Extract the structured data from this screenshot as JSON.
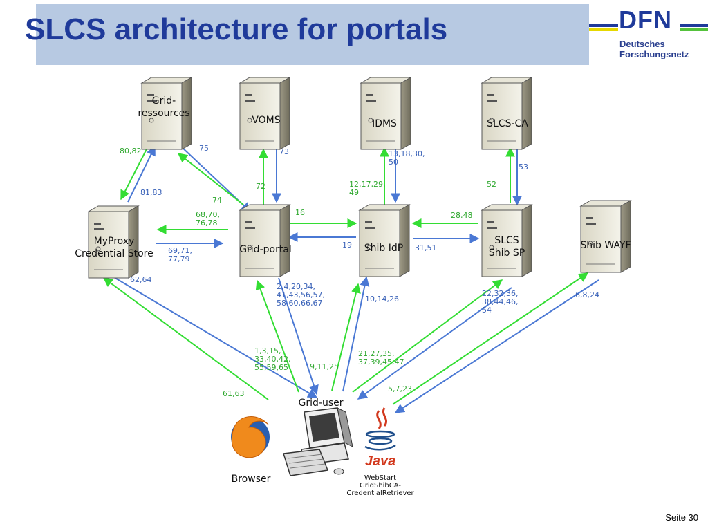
{
  "slide": {
    "title": "SLCS architecture for portals",
    "page": "Seite 30"
  },
  "logo": {
    "name": "DFN",
    "line1": "Deutsches",
    "line2": "Forschungsnetz"
  },
  "colors": {
    "header_band": "#b7c9e2",
    "title": "#1f3a9a",
    "arrow_green": "#33dd33",
    "arrow_blue": "#4a78d4",
    "label_green": "#2fa82f",
    "label_blue": "#3a62b8"
  },
  "nodes": [
    {
      "id": "grid-ressources",
      "label_lines": [
        "Grid-",
        "ressources"
      ]
    },
    {
      "id": "voms",
      "label_lines": [
        "VOMS"
      ]
    },
    {
      "id": "idms",
      "label_lines": [
        "IDMS"
      ]
    },
    {
      "id": "slcs-ca",
      "label_lines": [
        "SLCS-CA"
      ]
    },
    {
      "id": "myproxy",
      "label_lines": [
        "MyProxy",
        "Credential Store"
      ]
    },
    {
      "id": "grid-portal",
      "label_lines": [
        "Grid-portal"
      ]
    },
    {
      "id": "shib-idp",
      "label_lines": [
        "Shib IdP"
      ]
    },
    {
      "id": "slcs-shib-sp",
      "label_lines": [
        "SLCS",
        "Shib SP"
      ]
    },
    {
      "id": "shib-wayf",
      "label_lines": [
        "Shib WAYF"
      ]
    },
    {
      "id": "grid-user",
      "label_lines": [
        "Grid-user"
      ]
    }
  ],
  "edges": [
    {
      "id": "e1",
      "color": "green",
      "label_lines": [
        "80,82"
      ]
    },
    {
      "id": "e2",
      "color": "blue",
      "label_lines": [
        "81,83"
      ]
    },
    {
      "id": "e3",
      "color": "blue",
      "label_lines": [
        "75"
      ]
    },
    {
      "id": "e4",
      "color": "green",
      "label_lines": [
        "74"
      ]
    },
    {
      "id": "e5",
      "color": "green",
      "label_lines": [
        "72"
      ]
    },
    {
      "id": "e6",
      "color": "blue",
      "label_lines": [
        "73"
      ]
    },
    {
      "id": "e7",
      "color": "green",
      "label_lines": [
        "12,17,29,",
        "49"
      ]
    },
    {
      "id": "e8",
      "color": "blue",
      "label_lines": [
        "13,18,30,",
        "50"
      ]
    },
    {
      "id": "e9",
      "color": "green",
      "label_lines": [
        "52"
      ]
    },
    {
      "id": "e10",
      "color": "blue",
      "label_lines": [
        "53"
      ]
    },
    {
      "id": "e11",
      "color": "green",
      "label_lines": [
        "68,70,",
        "76,78"
      ]
    },
    {
      "id": "e12",
      "color": "blue",
      "label_lines": [
        "69,71,",
        "77,79"
      ]
    },
    {
      "id": "e13",
      "color": "green",
      "label_lines": [
        "16"
      ]
    },
    {
      "id": "e14",
      "color": "blue",
      "label_lines": [
        "19"
      ]
    },
    {
      "id": "e15",
      "color": "green",
      "label_lines": [
        "28,48"
      ]
    },
    {
      "id": "e16",
      "color": "blue",
      "label_lines": [
        "31,51"
      ]
    },
    {
      "id": "e17",
      "color": "blue",
      "label_lines": [
        "62,64"
      ]
    },
    {
      "id": "e18",
      "color": "green",
      "label_lines": [
        "61,63"
      ]
    },
    {
      "id": "e19",
      "color": "blue",
      "label_lines": [
        "2,4,20,34,",
        "41,43,56,57,",
        "58,60,66,67"
      ]
    },
    {
      "id": "e20",
      "color": "green",
      "label_lines": [
        "1,3,15,",
        "33,40,42,",
        "55,59,65"
      ]
    },
    {
      "id": "e21",
      "color": "blue",
      "label_lines": [
        "10,14,26"
      ]
    },
    {
      "id": "e22",
      "color": "green",
      "label_lines": [
        "9,11,25"
      ]
    },
    {
      "id": "e23",
      "color": "blue",
      "label_lines": [
        "22,32,36,",
        "38,44,46,",
        "54"
      ]
    },
    {
      "id": "e24",
      "color": "green",
      "label_lines": [
        "21,27,35,",
        "37,39,45,47"
      ]
    },
    {
      "id": "e25",
      "color": "blue",
      "label_lines": [
        "6,8,24"
      ]
    },
    {
      "id": "e26",
      "color": "green",
      "label_lines": [
        "5,7,23"
      ]
    }
  ],
  "client": {
    "browser_label": "Browser",
    "java_label": "Java",
    "webstart_lines": [
      "WebStart",
      "GridShibCA-",
      "CredentialRetriever"
    ]
  }
}
